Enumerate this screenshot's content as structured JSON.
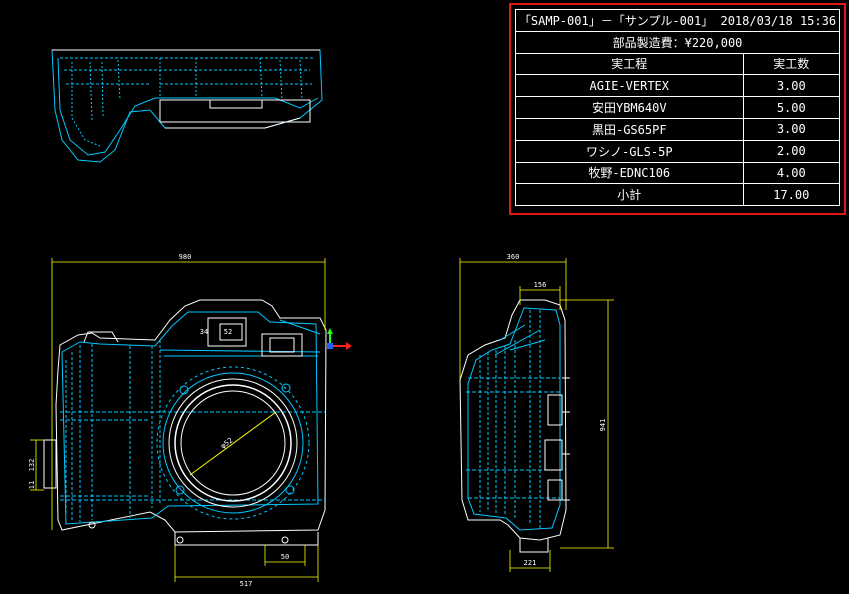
{
  "cost_table": {
    "title": "「SAMP-001」－「サンプル-001」 2018/03/18 15:36",
    "cost_line": "部品製造費：¥220,000",
    "headers": [
      "実工程",
      "実工数"
    ],
    "rows": [
      {
        "process": "AGIE-VERTEX",
        "hours": "3.00"
      },
      {
        "process": "安田YBM640V",
        "hours": "5.00"
      },
      {
        "process": "黒田-GS65PF",
        "hours": "3.00"
      },
      {
        "process": "ワシノ-GLS-5P",
        "hours": "2.00"
      },
      {
        "process": "牧野-EDNC106",
        "hours": "4.00"
      }
    ],
    "subtotal": {
      "label": "小計",
      "hours": "17.00"
    }
  },
  "dimensions": {
    "front_width": "980",
    "front_bottom": "517",
    "front_bottom_small": "50",
    "front_left_a": "132",
    "front_left_b": "11",
    "front_lens": "φ52",
    "front_vf_a": "52",
    "front_vf_b": "34",
    "side_width": "360",
    "side_top": "156",
    "side_height": "941",
    "side_bottom": "221"
  },
  "colors": {
    "background": "#000000",
    "model_lines": "#00c8ff",
    "edges": "#ffffff",
    "dimensions": "#ffff00",
    "highlight_frame": "#e01818",
    "axis_x": "#ff2020",
    "axis_y": "#20ff20",
    "axis_z": "#2060ff"
  }
}
